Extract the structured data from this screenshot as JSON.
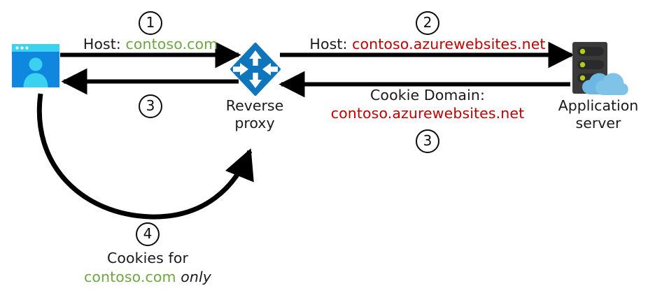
{
  "diagram": {
    "title": "Reverse proxy cookie domain rewriting",
    "background": "#ffffff",
    "colors": {
      "green": "#6FA644",
      "red": "#C00000",
      "proxy_blue": "#0F76BC",
      "client_blue": "#0F87DF",
      "client_accent": "#3BD2F2",
      "server_dark": "#3A3A3A",
      "server_led": "#B5CC18",
      "cloud_blue": "#6FB7E3",
      "arrow_black": "#000000"
    }
  },
  "nodes": {
    "client": {
      "icon": "browser-window-user-icon",
      "label": ""
    },
    "proxy": {
      "icon": "reverse-proxy-diamond-icon",
      "label_line1": "Reverse",
      "label_line2": "proxy"
    },
    "server": {
      "icon": "application-server-cloud-icon",
      "label_line1": "Application",
      "label_line2": "server"
    }
  },
  "steps": [
    {
      "number": "1",
      "label_prefix": "Host: ",
      "label_value": "contoso.com",
      "value_color": "green"
    },
    {
      "number": "2",
      "label_prefix": "Host: ",
      "label_value": "contoso.azurewebsites.net",
      "value_color": "red"
    },
    {
      "number": "3",
      "label_prefix": "Cookie Domain:",
      "label_value": "contoso.azurewebsites.net",
      "value_color": "red"
    },
    {
      "number": "3",
      "label_prefix": "",
      "label_value": "",
      "value_color": ""
    },
    {
      "number": "4",
      "label_prefix": "Cookies for",
      "label_value": "contoso.com",
      "label_suffix": " only",
      "value_color": "green"
    }
  ],
  "annotations": {
    "step1_number": "1",
    "step1_host_prefix": "Host: ",
    "step1_host_value": "contoso.com",
    "step2_number": "2",
    "step2_host_prefix": "Host: ",
    "step2_host_value": "contoso.azurewebsites.net",
    "step3_left_number": "3",
    "step3_right_title": "Cookie Domain:",
    "step3_right_value": "contoso.azurewebsites.net",
    "step3_right_number": "3",
    "step4_number": "4",
    "step4_line1": "Cookies for",
    "step4_value": "contoso.com",
    "step4_suffix": " only"
  }
}
